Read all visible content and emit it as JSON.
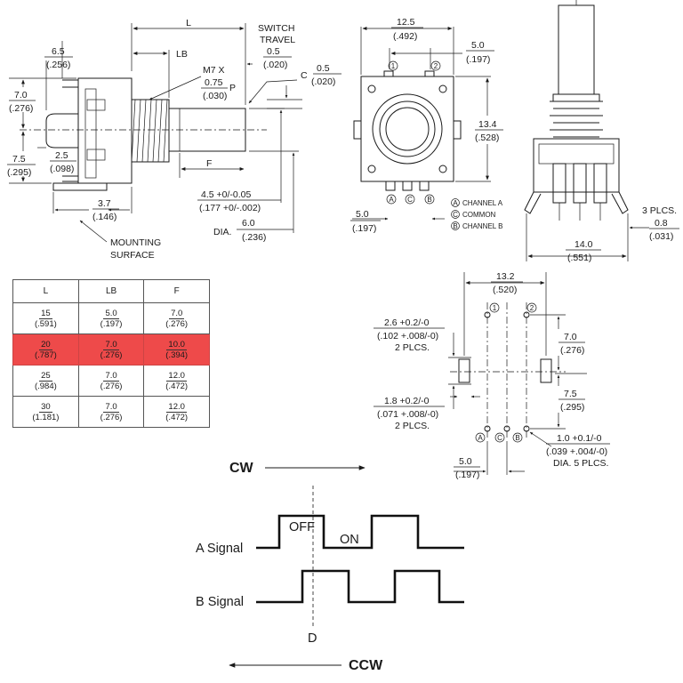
{
  "side_view": {
    "L": "L",
    "LB": "LB",
    "switch_travel_1": "SWITCH",
    "switch_travel_2": "TRAVEL",
    "switch_travel_mm": "0.5",
    "switch_travel_in": "(.020)",
    "w65_mm": "6.5",
    "w65_in": "(.256)",
    "thread": "M7 X",
    "pitch_mm": "0.75",
    "pitch_in": "(.030)",
    "P": "P",
    "C": "C",
    "c_mm": "0.5",
    "c_in": "(.020)",
    "h70_mm": "7.0",
    "h70_in": "(.276)",
    "h75_mm": "7.5",
    "h75_in": "(.295)",
    "d25_mm": "2.5",
    "d25_in": "(.098)",
    "F": "F",
    "f45_mm": "4.5 +0/-0.05",
    "f45_in": "(.177 +0/-.002)",
    "dia": "DIA.",
    "dia_mm": "6.0",
    "dia_in": "(.236)",
    "m37_mm": "3.7",
    "m37_in": "(.146)",
    "mounting_1": "MOUNTING",
    "mounting_2": "SURFACE"
  },
  "front_view": {
    "w125_mm": "12.5",
    "w125_in": "(.492)",
    "w50_mm": "5.0",
    "w50_in": "(.197)",
    "h134_mm": "13.4",
    "h134_in": "(.528)",
    "p1": "1",
    "p2": "2",
    "pin_a": "A",
    "pin_c": "C",
    "pin_b": "B",
    "legend_a": "CHANNEL A",
    "legend_c": "COMMON",
    "legend_b": "CHANNEL B",
    "b50_mm": "5.0",
    "b50_in": "(.197)"
  },
  "end_view": {
    "plcs": "3 PLCS.",
    "p08_mm": "0.8",
    "p08_in": "(.031)",
    "w140_mm": "14.0",
    "w140_in": "(.551)"
  },
  "table": {
    "headers": [
      "L",
      "LB",
      "F"
    ],
    "rows": [
      [
        {
          "mm": "15",
          "in": "(.591)"
        },
        {
          "mm": "5.0",
          "in": "(.197)"
        },
        {
          "mm": "7.0",
          "in": "(.276)"
        }
      ],
      [
        {
          "mm": "20",
          "in": "(.787)"
        },
        {
          "mm": "7.0",
          "in": "(.276)"
        },
        {
          "mm": "10.0",
          "in": "(.394)"
        }
      ],
      [
        {
          "mm": "25",
          "in": "(.984)"
        },
        {
          "mm": "7.0",
          "in": "(.276)"
        },
        {
          "mm": "12.0",
          "in": "(.472)"
        }
      ],
      [
        {
          "mm": "30",
          "in": "(1.181)"
        },
        {
          "mm": "7.0",
          "in": "(.276)"
        },
        {
          "mm": "12.0",
          "in": "(.472)"
        }
      ]
    ],
    "highlight_color": "#ee4a4a"
  },
  "footprint": {
    "w132_mm": "13.2",
    "w132_in": "(.520)",
    "s26_mm": "2.6 +0.2/-0",
    "s26_in": "(.102 +.008/-0)",
    "s26_plcs": "2 PLCS.",
    "v70_mm": "7.0",
    "v70_in": "(.276)",
    "v75_mm": "7.5",
    "v75_in": "(.295)",
    "s18_mm": "1.8 +0.2/-0",
    "s18_in": "(.071 +.008/-0)",
    "s18_plcs": "2 PLCS.",
    "h10_mm": "1.0 +0.1/-0",
    "h10_in": "(.039 +.004/-0)",
    "h10_plcs": "DIA. 5 PLCS.",
    "b50_mm": "5.0",
    "b50_in": "(.197)",
    "p1": "1",
    "p2": "2",
    "pa": "A",
    "pc": "C",
    "pb": "B"
  },
  "timing": {
    "cw": "CW",
    "ccw": "CCW",
    "a_signal": "A Signal",
    "b_signal": "B Signal",
    "off": "OFF",
    "on": "ON",
    "d": "D"
  }
}
